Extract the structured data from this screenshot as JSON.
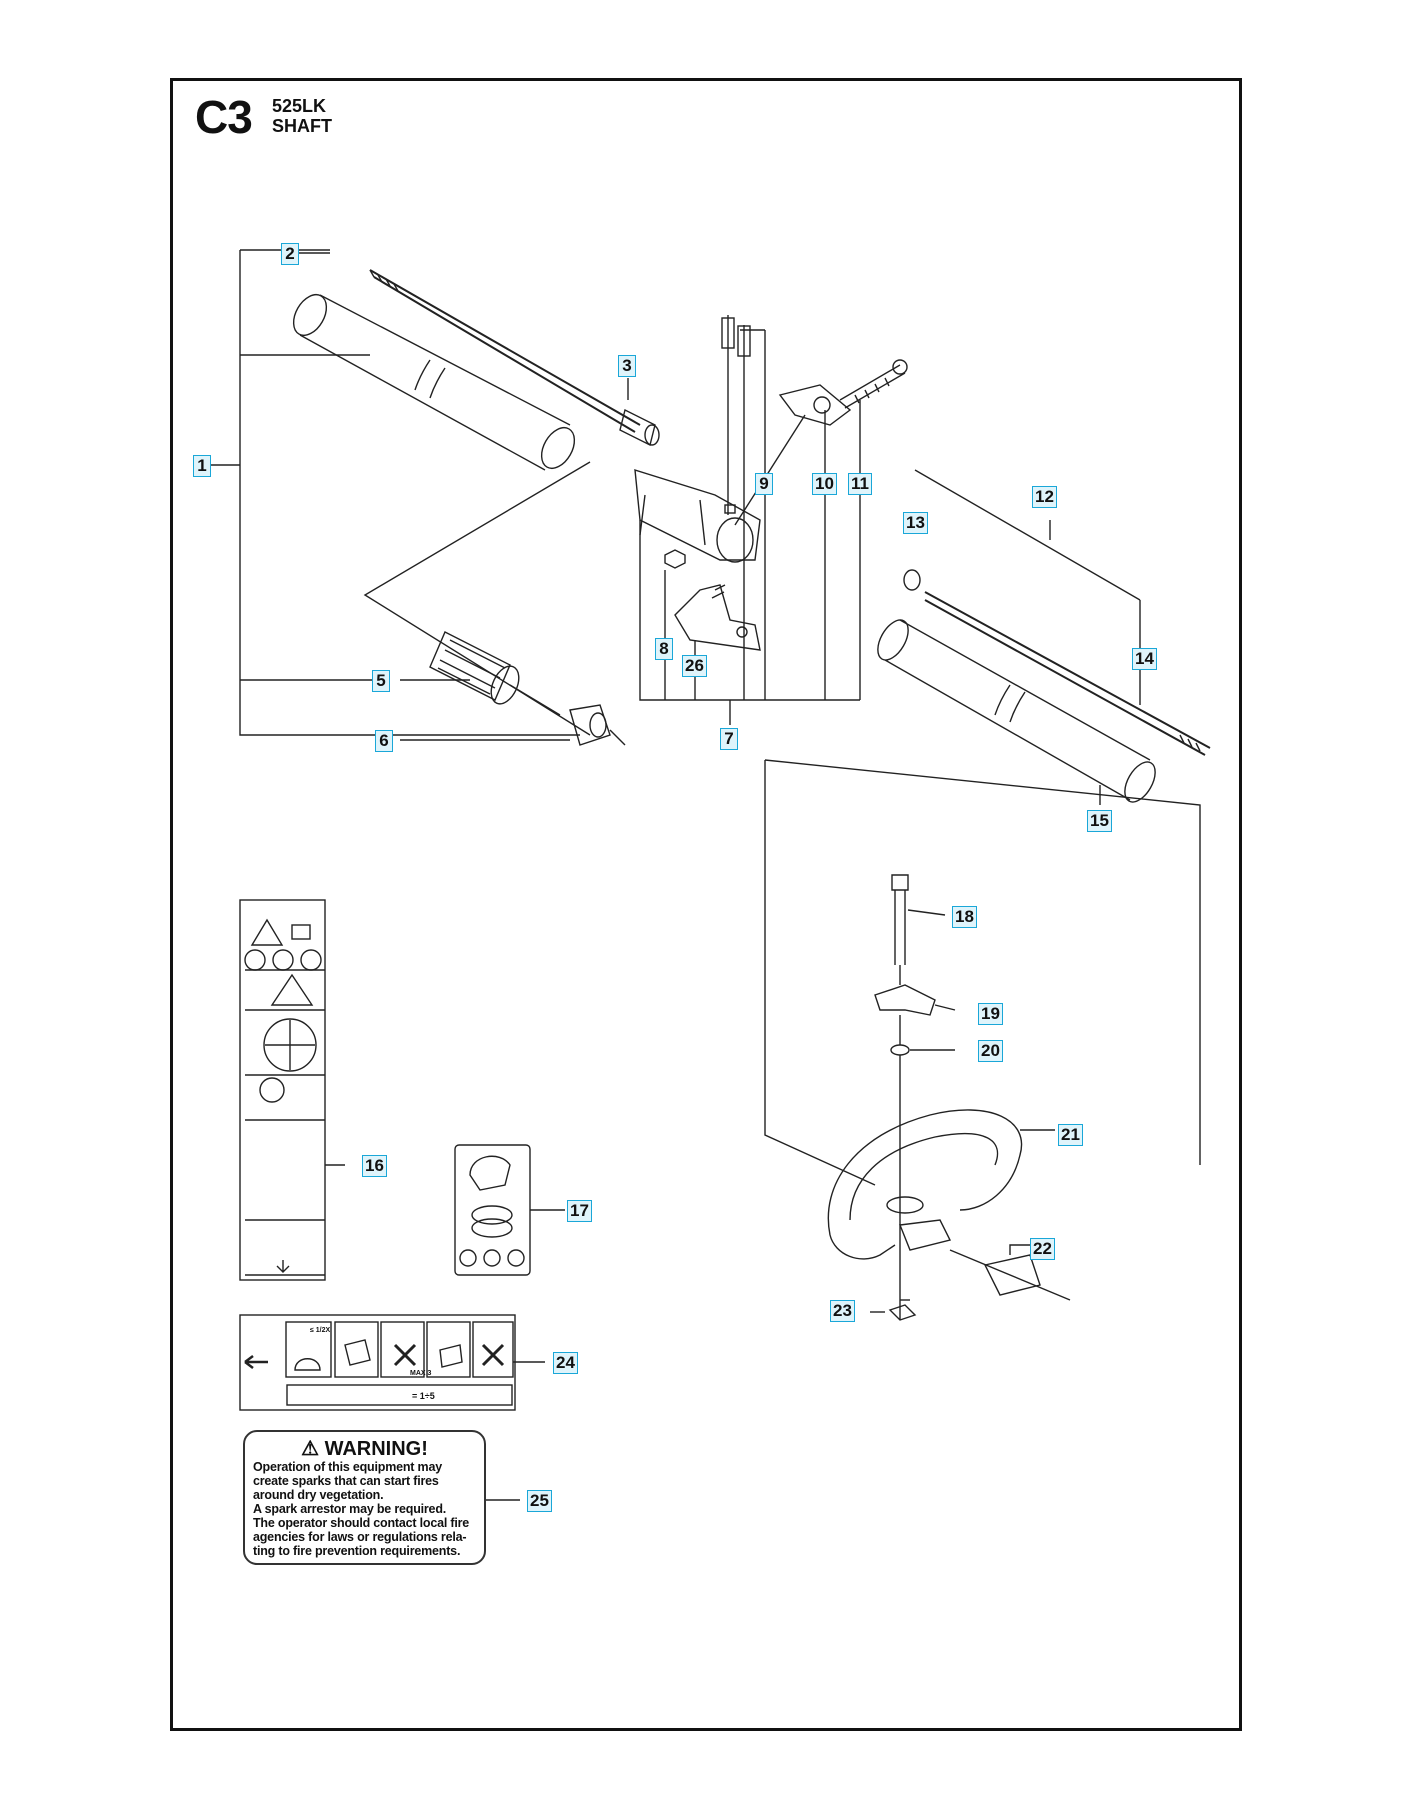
{
  "header": {
    "code": "C3",
    "model": "525LK",
    "name": "SHAFT"
  },
  "callouts": [
    "1",
    "2",
    "3",
    "5",
    "6",
    "7",
    "8",
    "9",
    "10",
    "11",
    "12",
    "13",
    "14",
    "15",
    "16",
    "17",
    "18",
    "19",
    "20",
    "21",
    "22",
    "23",
    "24",
    "25",
    "26"
  ],
  "decal_24": {
    "note": "= 1÷5",
    "max_label": "MAX 3",
    "step_note": "≤ 1/2X"
  },
  "warning_decal": {
    "title": "WARNING!",
    "lines": [
      "Operation of this equipment may",
      "create sparks that can start fires",
      "around dry vegetation.",
      "A spark arrestor may be required.",
      "The operator should contact local fire",
      "agencies for laws or regulations rela-",
      "ting to fire prevention requirements."
    ]
  },
  "colors": {
    "callout_fill": "#dff4fb",
    "callout_border": "#1aa7d8",
    "line": "#222222"
  }
}
